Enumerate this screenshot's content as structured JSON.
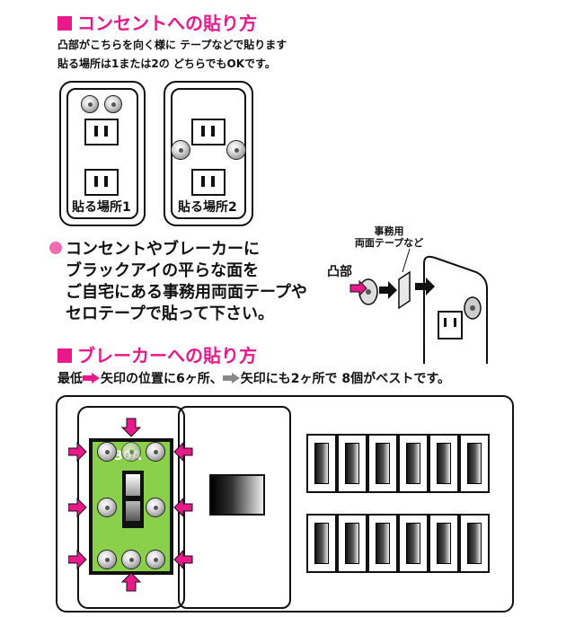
{
  "outlet_section": {
    "heading": "コンセントへの貼り方",
    "line1": "凸部がこちらを向く様に テープなどで貼ります",
    "line2": "貼る場所は1または2の どちらでもOKです。",
    "plate1_label": "貼る場所1",
    "plate2_label": "貼る場所2"
  },
  "instructions": {
    "lines": [
      "コンセントやブレーカーに",
      "ブラックアイの平らな面を",
      "ご自宅にある事務用両面テープや",
      "セロテープで貼って下さい。"
    ]
  },
  "illustration": {
    "convex_label": "凸部",
    "tape_label_line1": "事務用",
    "tape_label_line2": "両面テープなど"
  },
  "breaker_section": {
    "heading": "ブレーカーへの貼り方",
    "note_part1": "最低",
    "note_part2": "矢印の位置に6ヶ所、",
    "note_part3": "矢印にも2ヶ所で 8個がベストです。",
    "amp_label": "30A"
  },
  "colors": {
    "accent": "#e8198b",
    "arrow": "#e8198b",
    "main_breaker_bg": "#8ad04a"
  },
  "icons": [
    "arrow-right-icon",
    "arrow-down-icon",
    "arrow-up-icon",
    "arrow-left-icon",
    "bullet-dot-icon"
  ]
}
